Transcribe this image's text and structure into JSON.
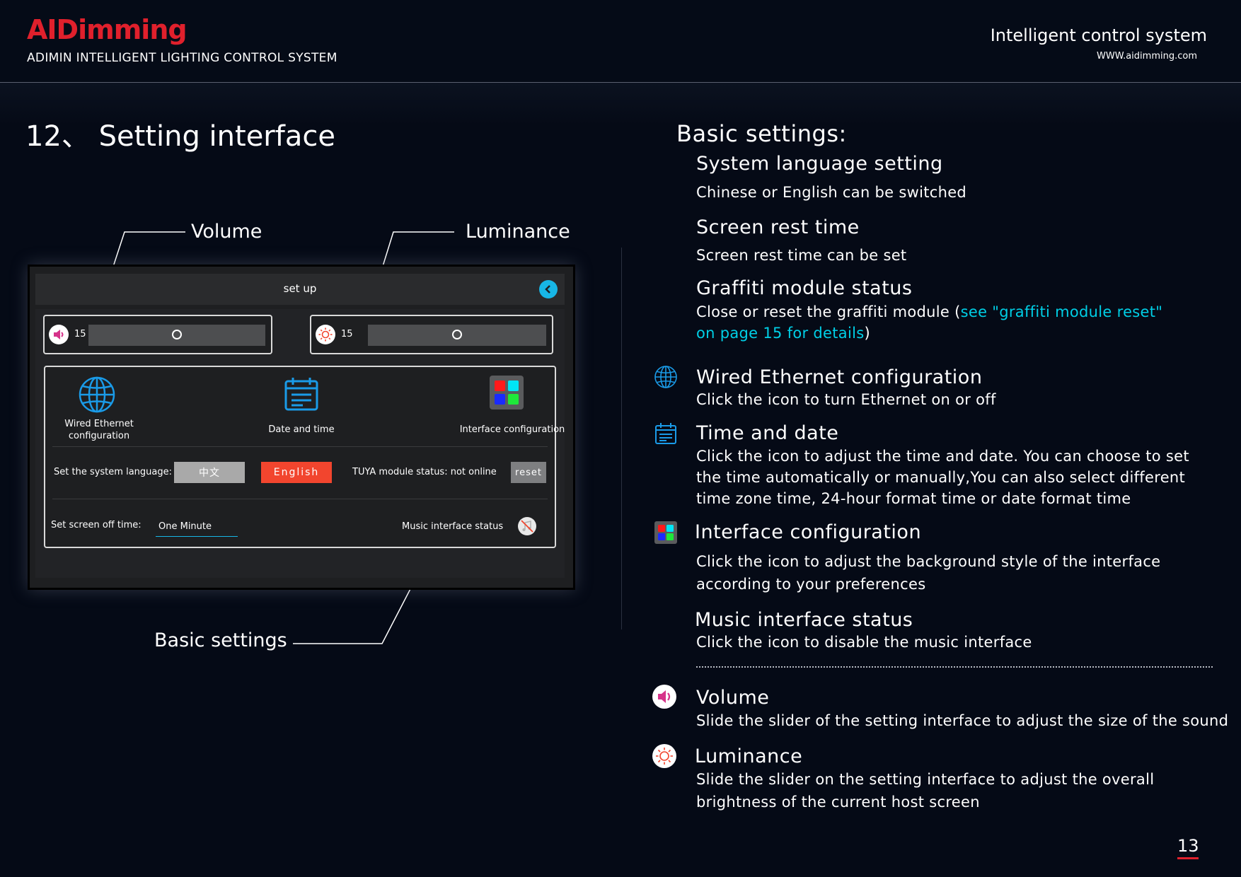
{
  "header": {
    "logo": "AIDimming",
    "subtitle": "ADIMIN INTELLIGENT LIGHTING CONTROL SYSTEM",
    "right_title": "Intelligent control system",
    "url": "WWW.aidimming.com"
  },
  "page_title": "12、 Setting interface",
  "callouts": {
    "volume": "Volume",
    "luminance": "Luminance",
    "basic_settings": "Basic settings"
  },
  "device": {
    "title": "set up",
    "volume_value": "15",
    "volume_level": 0.5,
    "luminance_value": "15",
    "luminance_level": 0.5,
    "tiles": {
      "ethernet_line1": "Wired Ethernet",
      "ethernet_line2": "configuration",
      "date_time": "Date and time",
      "interface": "Interface configuration"
    },
    "language_label": "Set the system language:",
    "lang_zh": "中文",
    "lang_en": "English",
    "tuya_status": "TUYA module status: not online",
    "reset": "reset",
    "screen_off_label": "Set screen off time:",
    "screen_off_value": "One Minute",
    "music_status_label": "Music interface status"
  },
  "right": {
    "basic_settings_title": "Basic settings:",
    "lang_title": "System language setting",
    "lang_desc": "Chinese or English can be switched",
    "rest_title": "Screen rest time",
    "rest_desc": "Screen rest time can be set",
    "graffiti_title": "Graffiti module status",
    "graffiti_desc_pre": "Close or reset the graffiti module (",
    "graffiti_link_1": "see \"graffiti module reset\"",
    "graffiti_link_2": "on page 15 for details",
    "graffiti_desc_post": ")",
    "ethernet_title": "Wired Ethernet configuration",
    "ethernet_desc": "Click the icon to turn Ethernet on or off",
    "time_title": "Time and date",
    "time_desc_1": "Click the icon to adjust the time and date. You can choose to set",
    "time_desc_2": "the time automatically or manually,You can also select different",
    "time_desc_3": "time zone time, 24-hour format time or date format time",
    "interface_title": "Interface configuration",
    "interface_desc_1": "Click the icon to adjust the background style of the interface",
    "interface_desc_2": "according to your preferences",
    "music_title": "Music interface status",
    "music_desc": "Click the icon to disable the music interface",
    "volume_title": "Volume",
    "volume_desc": "Slide the slider of the setting interface to adjust the size of the sound",
    "lum_title": "Luminance",
    "lum_desc_1": "Slide the slider on the setting interface to adjust the overall",
    "lum_desc_2": "brightness of the current host screen"
  },
  "page_number": "13",
  "colors": {
    "accent_red": "#e0202c",
    "accent_cyan": "#00cfe6",
    "icon_blue": "#1a9be8",
    "english_button": "#f2452e",
    "background": "#050a16"
  },
  "icons": [
    "speaker-icon",
    "sun-icon",
    "globe-icon",
    "calendar-icon",
    "color-grid-icon",
    "music-disabled-icon",
    "back-arrow-icon"
  ]
}
